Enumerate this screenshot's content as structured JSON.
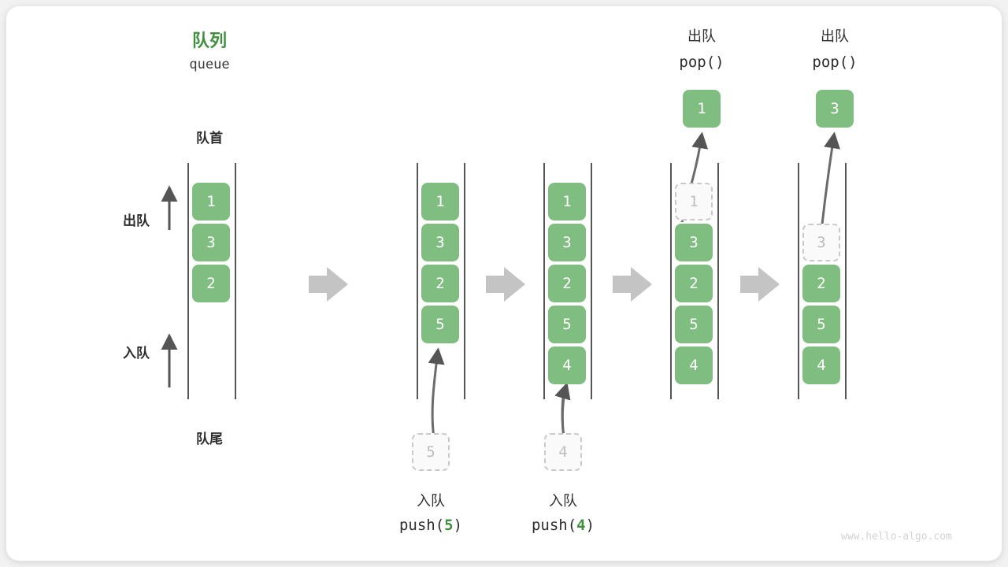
{
  "diagram": {
    "title_cn": "队列",
    "title_en": "queue",
    "front_label": "队首",
    "rear_label": "队尾",
    "dequeue_label": "出队",
    "enqueue_label": "入队",
    "watermark": "www.hello-algo.com",
    "accent_color": "#3f8f3f",
    "element_color": "#80bd80",
    "ghost_color": "#bdbdbd",
    "transition_arrow_color": "#c4c4c4"
  },
  "stages": [
    {
      "id": "initial",
      "cells": [
        {
          "value": "1",
          "state": "filled"
        },
        {
          "value": "3",
          "state": "filled"
        },
        {
          "value": "2",
          "state": "filled"
        }
      ],
      "caption_cn": "",
      "caption_code": "",
      "caption_code_arg": "",
      "incoming": null,
      "popped": null
    },
    {
      "id": "push-5",
      "cells": [
        {
          "value": "1",
          "state": "filled"
        },
        {
          "value": "3",
          "state": "filled"
        },
        {
          "value": "2",
          "state": "filled"
        },
        {
          "value": "5",
          "state": "filled"
        }
      ],
      "caption_cn": "入队",
      "caption_code": "push(",
      "caption_code_arg": "5",
      "caption_code_tail": ")",
      "incoming": "5",
      "popped": null
    },
    {
      "id": "push-4",
      "cells": [
        {
          "value": "1",
          "state": "filled"
        },
        {
          "value": "3",
          "state": "filled"
        },
        {
          "value": "2",
          "state": "filled"
        },
        {
          "value": "5",
          "state": "filled"
        },
        {
          "value": "4",
          "state": "filled"
        }
      ],
      "caption_cn": "入队",
      "caption_code": "push(",
      "caption_code_arg": "4",
      "caption_code_tail": ")",
      "incoming": "4",
      "popped": null
    },
    {
      "id": "pop-1",
      "cells": [
        {
          "value": "1",
          "state": "ghost"
        },
        {
          "value": "3",
          "state": "filled"
        },
        {
          "value": "2",
          "state": "filled"
        },
        {
          "value": "5",
          "state": "filled"
        },
        {
          "value": "4",
          "state": "filled"
        }
      ],
      "caption_cn": "出队",
      "caption_code": "pop()",
      "caption_code_arg": "",
      "caption_code_tail": "",
      "incoming": null,
      "popped": "1"
    },
    {
      "id": "pop-3",
      "cells": [
        {
          "value": "",
          "state": "empty"
        },
        {
          "value": "3",
          "state": "ghost"
        },
        {
          "value": "2",
          "state": "filled"
        },
        {
          "value": "5",
          "state": "filled"
        },
        {
          "value": "4",
          "state": "filled"
        }
      ],
      "caption_cn": "出队",
      "caption_code": "pop()",
      "caption_code_arg": "",
      "caption_code_tail": "",
      "incoming": null,
      "popped": "3"
    }
  ]
}
